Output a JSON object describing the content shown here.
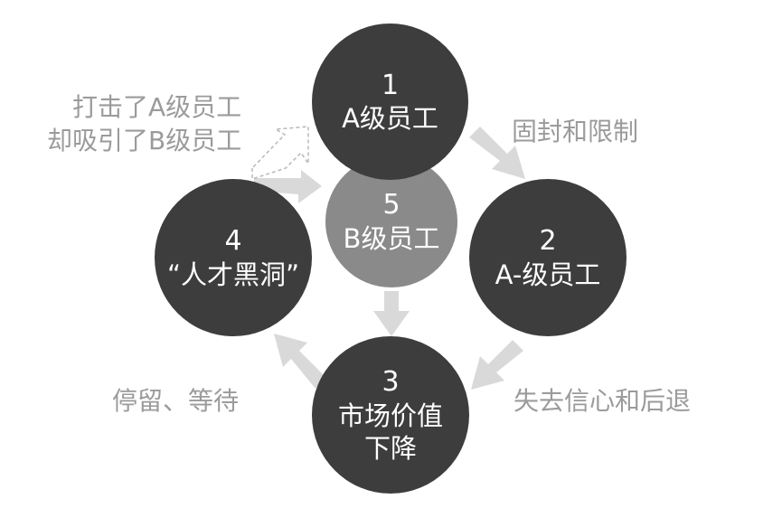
{
  "nodes": [
    {
      "num": "1",
      "label": "A级员工"
    },
    {
      "num": "2",
      "label": "A-级员工"
    },
    {
      "num": "3",
      "label": "市场价值",
      "label2": "下降"
    },
    {
      "num": "4",
      "label": "“人才黑洞”"
    },
    {
      "num": "5",
      "label": "B级员工"
    }
  ],
  "edge_labels": {
    "one_to_two": "固封和限制",
    "two_to_three": "失去信心和后退",
    "three_to_four": "停留、等待",
    "four_to_five_line1": "打击了A级员工",
    "four_to_five_line2": "却吸引了B级员工"
  },
  "colors": {
    "dark_node": "#3d3d3d",
    "mid_node": "#8a8a8a",
    "arrow": "#d9d9d9",
    "label_text": "#9b9b9b"
  }
}
